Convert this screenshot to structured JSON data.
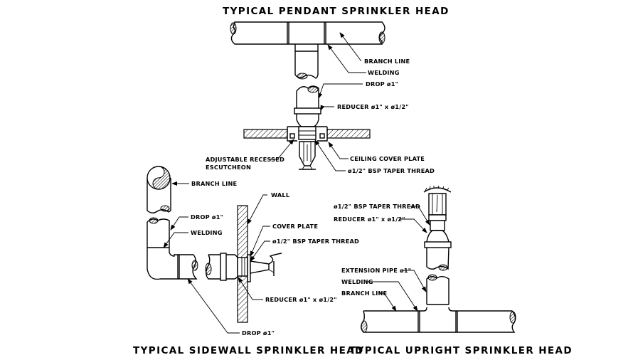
{
  "pendant": {
    "title": "TYPICAL PENDANT SPRINKLER HEAD",
    "labels": {
      "branch_line": "BRANCH LINE",
      "welding": "WELDING",
      "drop": "DROP ø1\"",
      "reducer": "REDUCER ø1\" x ø1/2\"",
      "ceiling_cover_plate": "CEILING COVER PLATE",
      "taper_thread": "ø1/2\" BSP TAPER THREAD",
      "escutcheon_line1": "ADJUSTABLE RECESSED",
      "escutcheon_line2": "ESCUTCHEON"
    }
  },
  "sidewall": {
    "title": "TYPICAL SIDEWALL SPRINKLER HEAD",
    "labels": {
      "branch_line": "BRANCH LINE",
      "drop": "DROP ø1\"",
      "welding": "WELDING",
      "wall": "WALL",
      "cover_plate": "COVER PLATE",
      "taper_thread": "ø1/2\" BSP TAPER THREAD",
      "reducer": "REDUCER ø1\" x ø1/2\"",
      "drop_bottom": "DROP ø1\""
    }
  },
  "upright": {
    "title": "TYPICAL UPRIGHT SPRINKLER HEAD",
    "labels": {
      "taper_thread": "ø1/2\" BSP TAPER THREAD",
      "reducer": "REDUCER ø1\" x ø1/2\"",
      "extension_pipe": "EXTENSION PIPE ø1\"",
      "welding": "WELDING",
      "branch_line": "BRANCH LINE"
    }
  }
}
